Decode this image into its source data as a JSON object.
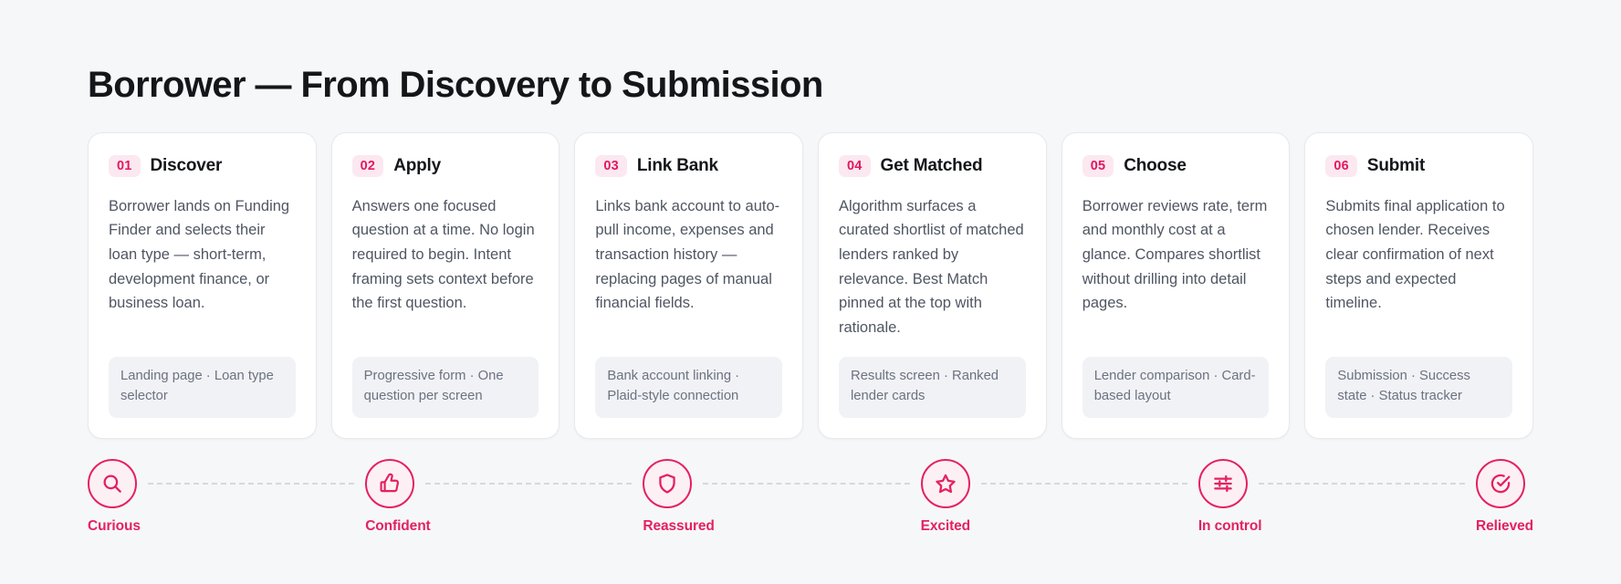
{
  "header": {
    "title": "Borrower — From Discovery to Submission"
  },
  "theme": {
    "page_background": "#f6f7f9",
    "card_background": "#ffffff",
    "card_border": "#e7e9ec",
    "accent": "#e4215f",
    "badge_background": "#fce8f0",
    "badge_text": "#e2185f",
    "tag_background": "#f1f2f5",
    "tag_text": "#6b7280",
    "body_text": "#4f5662",
    "title_text": "#14161a",
    "connector": "#d5d8dd",
    "icon_circle_fill": "#fdf0f5"
  },
  "steps": [
    {
      "number": "01",
      "title": "Discover",
      "description": "Borrower lands on Funding Finder and selects their loan type — short-term, development finance, or business loan.",
      "tag": "Landing page · Loan type selector"
    },
    {
      "number": "02",
      "title": "Apply",
      "description": "Answers one focused question at a time. No login required to begin. Intent framing sets context before the first question.",
      "tag": "Progressive form · One question per screen"
    },
    {
      "number": "03",
      "title": "Link Bank",
      "description": "Links bank account to auto-pull income, expenses and transaction history — replacing pages of manual financial fields.",
      "tag": "Bank account linking · Plaid-style connection"
    },
    {
      "number": "04",
      "title": "Get Matched",
      "description": "Algorithm surfaces a curated shortlist of matched lenders ranked by relevance. Best Match pinned at the top with rationale.",
      "tag": "Results screen · Ranked lender cards"
    },
    {
      "number": "05",
      "title": "Choose",
      "description": "Borrower reviews rate, term and monthly cost at a glance. Compares shortlist without drilling into detail pages.",
      "tag": "Lender comparison · Card-based layout"
    },
    {
      "number": "06",
      "title": "Submit",
      "description": "Submits final application to chosen lender. Receives clear confirmation of next steps and expected timeline.",
      "tag": "Submission · Success state · Status tracker"
    }
  ],
  "emotions": [
    {
      "label": "Curious",
      "icon": "search-icon"
    },
    {
      "label": "Confident",
      "icon": "thumbs-up-icon"
    },
    {
      "label": "Reassured",
      "icon": "shield-icon"
    },
    {
      "label": "Excited",
      "icon": "star-icon"
    },
    {
      "label": "In control",
      "icon": "sliders-icon"
    },
    {
      "label": "Relieved",
      "icon": "check-circle-icon"
    }
  ]
}
